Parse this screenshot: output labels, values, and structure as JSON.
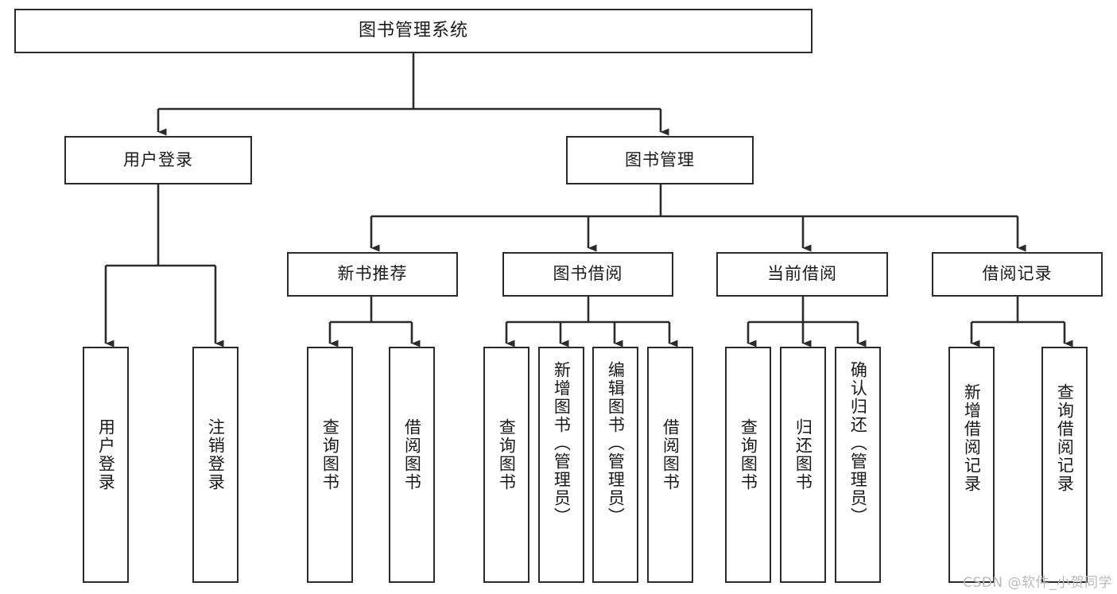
{
  "diagram": {
    "title": "图书管理系统",
    "type": "tree-hierarchy-chart",
    "root": {
      "id": "root",
      "label": "图书管理系统"
    },
    "level2": [
      {
        "id": "user-login",
        "label": "用户登录"
      },
      {
        "id": "book-manage",
        "label": "图书管理"
      }
    ],
    "level3": [
      {
        "id": "new-book-rec",
        "label": "新书推荐",
        "parent": "book-manage"
      },
      {
        "id": "book-borrow",
        "label": "图书借阅",
        "parent": "book-manage"
      },
      {
        "id": "current-borrow",
        "label": "当前借阅",
        "parent": "book-manage"
      },
      {
        "id": "borrow-record",
        "label": "借阅记录",
        "parent": "book-manage"
      }
    ],
    "leaves": [
      {
        "id": "leaf-user-login",
        "label": "用户登录",
        "parent": "user-login"
      },
      {
        "id": "leaf-user-logout",
        "label": "注销登录",
        "parent": "user-login"
      },
      {
        "id": "leaf-rec-query",
        "label": "查询图书",
        "parent": "new-book-rec"
      },
      {
        "id": "leaf-rec-borrow",
        "label": "借阅图书",
        "parent": "new-book-rec"
      },
      {
        "id": "leaf-borrow-query",
        "label": "查询图书",
        "parent": "book-borrow"
      },
      {
        "id": "leaf-borrow-add",
        "label": "新增图书（管理员）",
        "parent": "book-borrow"
      },
      {
        "id": "leaf-borrow-edit",
        "label": "编辑图书（管理员）",
        "parent": "book-borrow"
      },
      {
        "id": "leaf-borrow-lend",
        "label": "借阅图书",
        "parent": "book-borrow"
      },
      {
        "id": "leaf-cur-query",
        "label": "查询图书",
        "parent": "current-borrow"
      },
      {
        "id": "leaf-cur-return",
        "label": "归还图书",
        "parent": "current-borrow"
      },
      {
        "id": "leaf-cur-confirm",
        "label": "确认归还（管理员）",
        "parent": "current-borrow"
      },
      {
        "id": "leaf-rec-add",
        "label": "新增借阅记录",
        "parent": "borrow-record"
      },
      {
        "id": "leaf-rec-query2",
        "label": "查询借阅记录",
        "parent": "borrow-record"
      }
    ],
    "colors": {
      "stroke": "#2b2b2b",
      "fill": "#ffffff",
      "text": "#1a1a1a",
      "watermark": "#b9b9b9"
    }
  },
  "watermark": {
    "text": "CSDN @软件_小贺同学"
  }
}
